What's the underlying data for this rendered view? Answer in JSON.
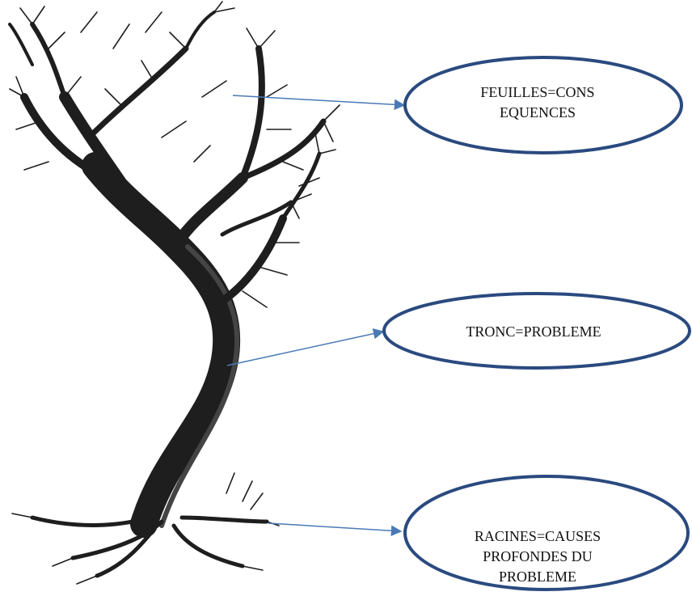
{
  "labels": {
    "leaves": "FEUILLES=CONS\nEQUENCES",
    "trunk": "TRONC=PROBLEME",
    "roots": "RACINES=CAUSES\nPROFONDES DU\nPROBLEME"
  },
  "colors": {
    "ellipse_stroke": "#2a4a7f",
    "arrow": "#4a7ab5",
    "tree_ink": "#1e1e1e"
  },
  "illustration": "tree-drawing"
}
